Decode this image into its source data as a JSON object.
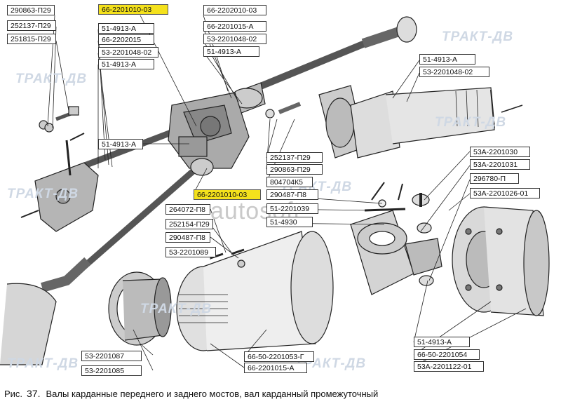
{
  "labels": {
    "l_290863_p29_top": "290863-П29",
    "l_252137_p29_top": "252137-П29",
    "l_251815_p29": "251815-П29",
    "l_66_2201010_03_top": "66-2201010-03",
    "l_51_4913_a_1": "51-4913-А",
    "l_66_2202015": "66-2202015",
    "l_53_2201048_02_a": "53-2201048-02",
    "l_51_4913_a_2": "51-4913-А",
    "l_66_2202010_03": "66-2202010-03",
    "l_66_2201015_a_top": "66-2201015-А",
    "l_53_2201048_02_b": "53-2201048-02",
    "l_51_4913_a_3": "51-4913-А",
    "l_51_4913_a_right": "51-4913-А",
    "l_53_2201048_02_right": "53-2201048-02",
    "l_51_4913_a_left": "51-4913-А",
    "l_252137_p29_mid": "252137-П29",
    "l_290863_p29_mid": "290863-П29",
    "l_804704k5": "804704К5",
    "l_66_2201010_03_mid": "66-2201010-03",
    "l_290487_p8_mid": "290487-П8",
    "l_264072_p8": "264072-П8",
    "l_51_2201039": "51-2201039",
    "l_252154_p29": "252154-П29",
    "l_51_4930": "51-4930",
    "l_290487_p8_left": "290487-П8",
    "l_53_2201089": "53-2201089",
    "l_53a_2201030": "53А-2201030",
    "l_53a_2201031": "53А-2201031",
    "l_296780_p": "296780-П",
    "l_53a_2201026_01": "53А-2201026-01",
    "l_51_4913_a_br": "51-4913-А",
    "l_66_50_2201054": "66-50-2201054",
    "l_53a_2201122_01": "53А-2201122-01",
    "l_53_2201087": "53-2201087",
    "l_53_2201085": "53-2201085",
    "l_66_50_2201053_g": "66-50-2201053-Г",
    "l_66_2201015_a_bot": "66-2201015-А"
  },
  "caption": {
    "prefix": "Рис.",
    "number": "37.",
    "text": "Валы карданные переднего и заднего мостов, вал карданный промежуточный"
  },
  "watermark": {
    "brand": "ТРАКТ-ДВ",
    "overlay": "autosoft"
  },
  "colors": {
    "highlight": "#f4e11c",
    "ink": "#111111",
    "watermark": "#cfd8e4"
  }
}
